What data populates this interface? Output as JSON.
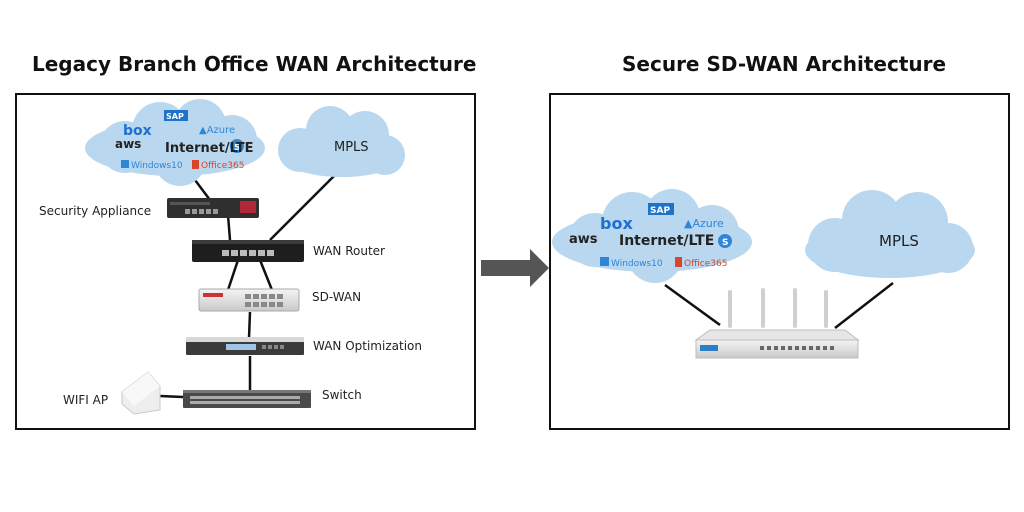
{
  "left": {
    "title": "Legacy Branch Office WAN Architecture",
    "internet_cloud": {
      "label": "Internet/LTE",
      "logos": [
        "aws",
        "box",
        "SAP",
        "Azure",
        "Windows10",
        "Office365"
      ]
    },
    "mpls_cloud": {
      "label": "MPLS"
    },
    "devices": {
      "security": "Security Appliance",
      "router": "WAN Router",
      "sdwan": "SD-WAN",
      "wanopt": "WAN Optimization",
      "switch": "Switch",
      "wifi": "WIFI AP"
    }
  },
  "right": {
    "title": "Secure SD-WAN Architecture",
    "internet_cloud": {
      "label": "Internet/LTE",
      "logos": [
        "aws",
        "box",
        "SAP",
        "Azure",
        "Windows10",
        "Office365"
      ]
    },
    "mpls_cloud": {
      "label": "MPLS"
    }
  },
  "colors": {
    "cloud": "#b9d7ef",
    "arrow": "#555555",
    "office_red": "#d9452b",
    "box_blue": "#1f6fd1",
    "azure_blue": "#2e86d6"
  }
}
